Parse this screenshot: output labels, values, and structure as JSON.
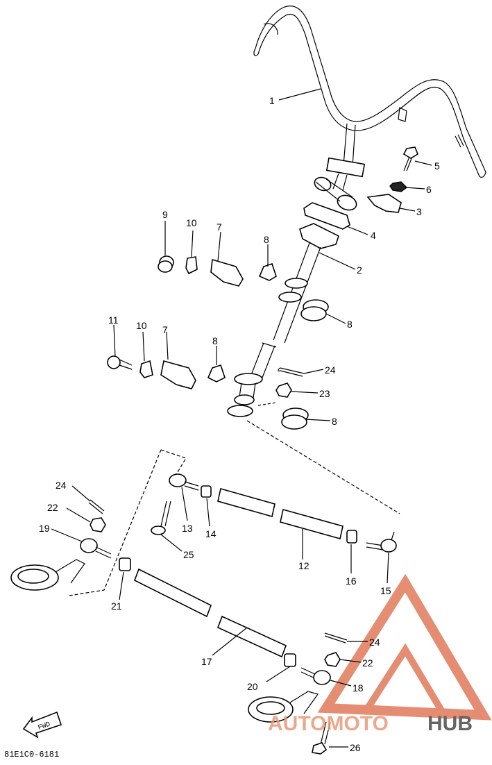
{
  "diagram": {
    "drawing_code": "81E1C0-6181",
    "fwd_label": "FWD",
    "watermark": {
      "part1": "AUTOMOTO",
      "part2": "HUB",
      "color_primary": "#e89a78",
      "color_secondary": "#4a4a4a"
    },
    "callouts": [
      {
        "id": "c1",
        "label": "1"
      },
      {
        "id": "c2",
        "label": "2"
      },
      {
        "id": "c3",
        "label": "3"
      },
      {
        "id": "c4",
        "label": "4"
      },
      {
        "id": "c5",
        "label": "5"
      },
      {
        "id": "c6",
        "label": "6"
      },
      {
        "id": "c7a",
        "label": "7"
      },
      {
        "id": "c7b",
        "label": "7"
      },
      {
        "id": "c8a",
        "label": "8"
      },
      {
        "id": "c8b",
        "label": "8"
      },
      {
        "id": "c8c",
        "label": "8"
      },
      {
        "id": "c8d",
        "label": "8"
      },
      {
        "id": "c9",
        "label": "9"
      },
      {
        "id": "c10a",
        "label": "10"
      },
      {
        "id": "c10b",
        "label": "10"
      },
      {
        "id": "c11",
        "label": "11"
      },
      {
        "id": "c12",
        "label": "12"
      },
      {
        "id": "c13",
        "label": "13"
      },
      {
        "id": "c14",
        "label": "14"
      },
      {
        "id": "c15",
        "label": "15"
      },
      {
        "id": "c16",
        "label": "16"
      },
      {
        "id": "c17",
        "label": "17"
      },
      {
        "id": "c18",
        "label": "18"
      },
      {
        "id": "c19",
        "label": "19"
      },
      {
        "id": "c20",
        "label": "20"
      },
      {
        "id": "c21",
        "label": "21"
      },
      {
        "id": "c22a",
        "label": "22"
      },
      {
        "id": "c22b",
        "label": "22"
      },
      {
        "id": "c23",
        "label": "23"
      },
      {
        "id": "c24a",
        "label": "24"
      },
      {
        "id": "c24b",
        "label": "24"
      },
      {
        "id": "c24c",
        "label": "24"
      },
      {
        "id": "c25",
        "label": "25"
      },
      {
        "id": "c26",
        "label": "26"
      }
    ]
  }
}
